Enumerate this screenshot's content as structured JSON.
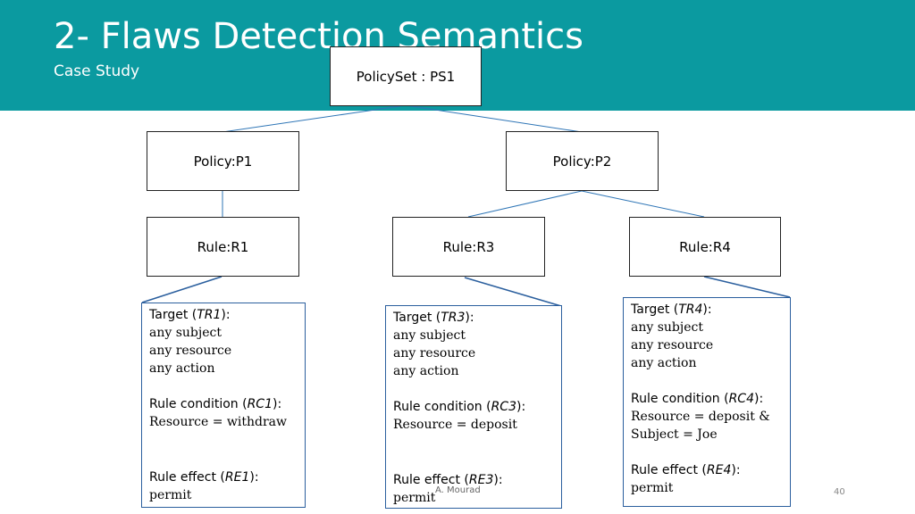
{
  "slide": {
    "title": "2- Flaws Detection Semantics",
    "subtitle": "Case Study",
    "footer_author": "A. Mourad",
    "page_number": "40"
  },
  "tree": {
    "root": "PolicySet : PS1",
    "policy_p1": "Policy:P1",
    "policy_p2": "Policy:P2",
    "rule_r1": "Rule:R1",
    "rule_r3": "Rule:R3",
    "rule_r4": "Rule:R4"
  },
  "rules": {
    "r1": {
      "target_label": "Target (",
      "target_id": "TR1",
      "target_end": "):",
      "subject": "any subject",
      "resource": "any resource",
      "action": "any action",
      "cond_label": "Rule condition (",
      "cond_id": "RC1",
      "cond_end": "):",
      "cond_line1": "Resource = withdraw",
      "effect_label": "Rule effect (",
      "effect_id": "RE1",
      "effect_end": "):",
      "effect_value": "permit"
    },
    "r3": {
      "target_label": "Target (",
      "target_id": "TR3",
      "target_end": "):",
      "subject": "any subject",
      "resource": "any resource",
      "action": "any action",
      "cond_label": "Rule condition (",
      "cond_id": "RC3",
      "cond_end": "):",
      "cond_line1": "Resource = deposit",
      "effect_label": "Rule effect (",
      "effect_id": "RE3",
      "effect_end": "):",
      "effect_value": "permit"
    },
    "r4": {
      "target_label": "Target (",
      "target_id": "TR4",
      "target_end": "):",
      "subject": "any subject",
      "resource": "any resource",
      "action": "any action",
      "cond_label": "Rule condition (",
      "cond_id": "RC4",
      "cond_end": "):",
      "cond_line1": "Resource = deposit &",
      "cond_line2": "Subject = Joe",
      "effect_label": "Rule effect (",
      "effect_id": "RE4",
      "effect_end": "):",
      "effect_value": "permit"
    }
  },
  "colors": {
    "header_teal": "#0b9aa0",
    "connector_blue": "#2e75b6",
    "rule_box_border": "#2b5f9e"
  }
}
